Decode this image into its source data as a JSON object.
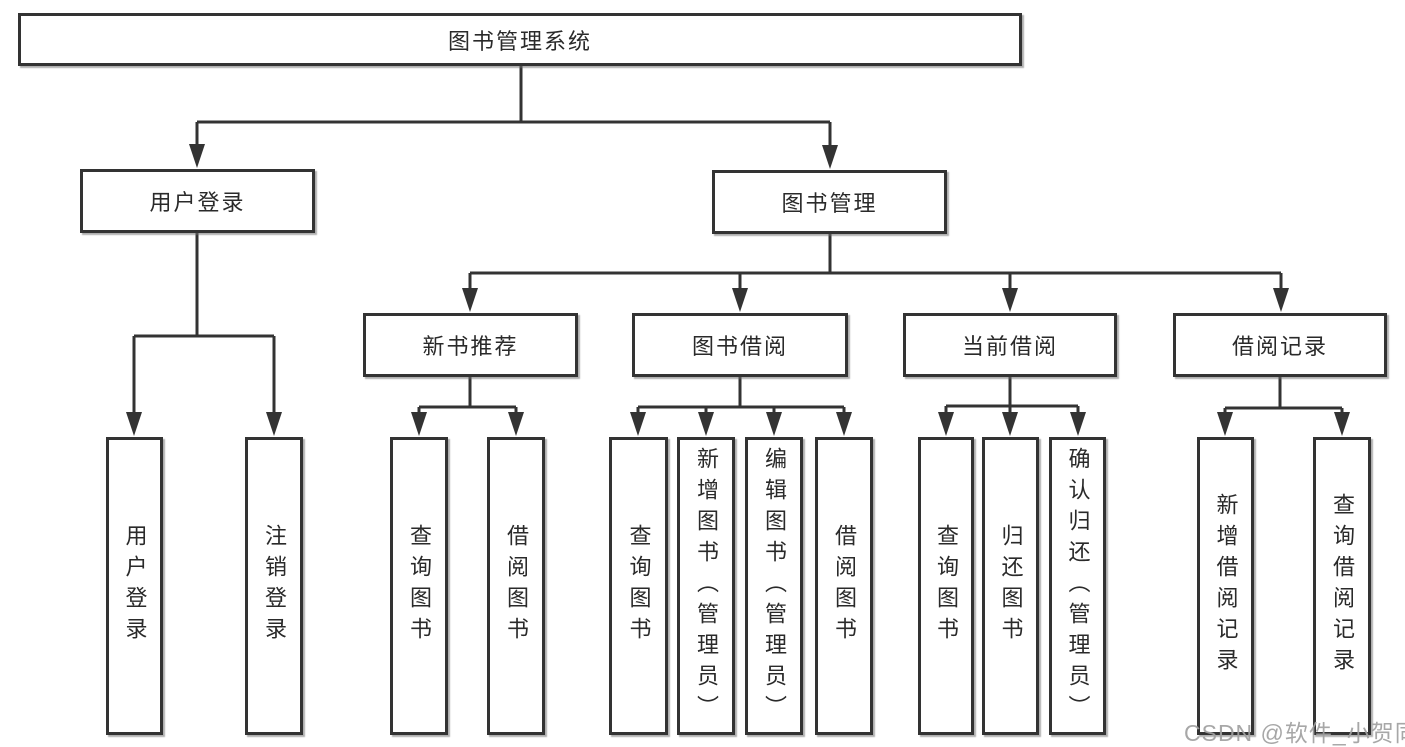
{
  "diagram": {
    "title": "图书管理系统",
    "nodes": {
      "root": "图书管理系统",
      "user_login": "用户登录",
      "book_mgmt": "图书管理",
      "login_children": [
        "用户登录",
        "注销登录"
      ],
      "level3": [
        "新书推荐",
        "图书借阅",
        "当前借阅",
        "借阅记录"
      ],
      "recommend_children": [
        "查询图书",
        "借阅图书"
      ],
      "borrow_children": [
        "查询图书",
        "新增图书（管理员）",
        "编辑图书（管理员）",
        "借阅图书"
      ],
      "current_children": [
        "查询图书",
        "归还图书",
        "确认归还（管理员）"
      ],
      "record_children": [
        "新增借阅记录",
        "查询借阅记录"
      ]
    },
    "colors": {
      "line": "#333333",
      "box_border": "#333333",
      "box_fill": "#ffffff",
      "text": "#2a2a2a",
      "watermark": "#a0a0a0"
    }
  },
  "watermark": {
    "text": "CSDN @软件_小贺同学"
  }
}
